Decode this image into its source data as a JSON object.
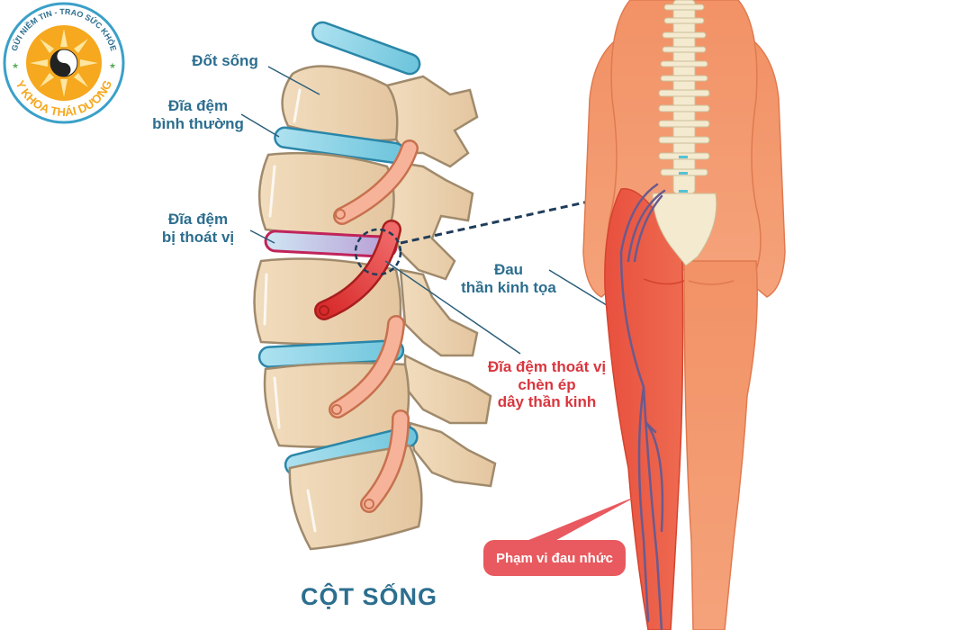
{
  "logo": {
    "top_arc_text": "GỬI NIỀM TIN - TRAO SỨC KHỎE",
    "bottom_arc_text": "Y KHOA THÁI DƯƠNG",
    "icon": "yin-yang-sun-icon",
    "colors": {
      "ring": "#3aa0c8",
      "sun": "#f6a81e",
      "text_top": "#2c6e8f",
      "text_bottom": "#f6a81e"
    }
  },
  "labels": {
    "vertebra": "Đốt sống",
    "normal_disc_line1": "Đĩa đệm",
    "normal_disc_line2": "bình thường",
    "herniated_disc_line1": "Đĩa đệm",
    "herniated_disc_line2": "bị thoát vị",
    "sciatica_line1": "Đau",
    "sciatica_line2": "thần kinh tọa",
    "compression_line1": "Đĩa đệm thoát vị",
    "compression_line2": "chèn ép",
    "compression_line3": "dây thần kinh",
    "pain_area": "Phạm vi đau nhức",
    "spine_title": "CỘT SỐNG"
  },
  "colors": {
    "label_blue": "#2c6e8f",
    "label_red": "#d9363e",
    "callout_bg": "#e85a5f",
    "bone": "#ecd3b2",
    "bone_outline": "#a08a6c",
    "disc": "#8fd3e6",
    "disc_outline": "#2a86a8",
    "herniated_disc": "#c9b8e0",
    "herniated_outline": "#c0245a",
    "nerve": "#f4a890",
    "nerve_inflamed": "#e03a3a",
    "skin": "#f59a72",
    "skin_pain": "#ea5a45",
    "sciatic_nerve": "#6a5a8e",
    "spine_body": "#f3ead0"
  }
}
